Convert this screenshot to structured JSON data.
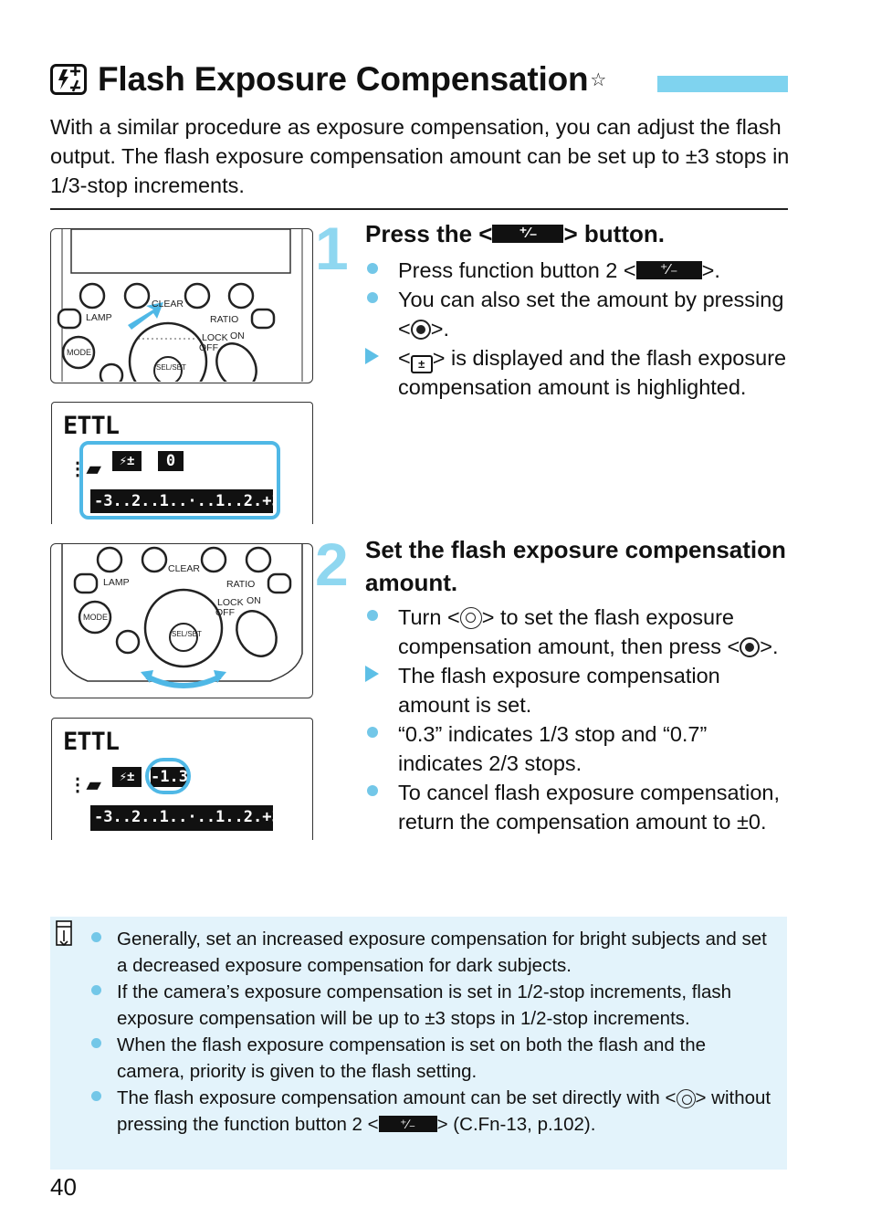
{
  "header": {
    "title": "Flash Exposure Compensation",
    "title_star": "☆",
    "title_icon": "flash-exposure-compensation-icon",
    "accent_color": "#7fd3ef"
  },
  "intro": "With a similar procedure as exposure compensation, you can adjust the flash output. The flash exposure compensation amount can be set up to ±3 stops in 1/3-stop increments.",
  "steps": [
    {
      "number": "1",
      "title_pre": "Press the <",
      "title_post": "> button.",
      "bullets": [
        {
          "pre": "Press function button 2 <",
          "post": ">."
        },
        {
          "pre": "You can also set the amount by pressing <",
          "post": ">."
        },
        {
          "pre": "<",
          "post": "> is displayed and the flash exposure compensation amount is highlighted."
        }
      ]
    },
    {
      "number": "2",
      "title": "Set the flash exposure compensation amount.",
      "bullets": [
        {
          "pre": "Turn <",
          "mid": "> to set the flash exposure compensation amount, then press",
          "pre2": "<",
          "post": ">."
        },
        {
          "text": "The flash exposure compensation amount is set."
        },
        {
          "text": "“0.3” indicates 1/3 stop and “0.7” indicates 2/3 stops."
        },
        {
          "text": "To cancel flash exposure compensation, return the compensation amount to ±0."
        }
      ]
    }
  ],
  "button_key_label": "⁺∕₋",
  "illustrations": {
    "panel_labels": {
      "lamp": "LAMP",
      "clear": "CLEAR",
      "ratio": "RATIO",
      "lock": "LOCK",
      "off": "OFF",
      "on": "ON",
      "mode": "MODE",
      "sel_set": "SEL/SET"
    },
    "lcd1": {
      "mode": "ETTL",
      "fec_label": "⚡±",
      "value": "0",
      "scale": "-3..2..1..·..1..2.+3"
    },
    "lcd2": {
      "mode": "ETTL",
      "fec_label": "⚡±",
      "value": "-1.3",
      "scale": "-3..2..1..·..1..2.+3"
    }
  },
  "memo": {
    "icon": "memo-icon",
    "items": [
      {
        "text": "Generally, set an increased exposure compensation for bright subjects and set a decreased exposure compensation for dark subjects."
      },
      {
        "text": "If the camera’s exposure compensation is set in 1/2-stop increments, flash exposure compensation will be up to ±3 stops in 1/2-stop increments."
      },
      {
        "text": "When the flash exposure compensation is set on both the flash and the camera, priority is given to the flash setting."
      },
      {
        "pre": "The flash exposure compensation amount can be set directly with <",
        "mid": "> without pressing the function button 2 <",
        "post": "> (C.Fn-13, p.102)."
      }
    ]
  },
  "page_number": "40"
}
